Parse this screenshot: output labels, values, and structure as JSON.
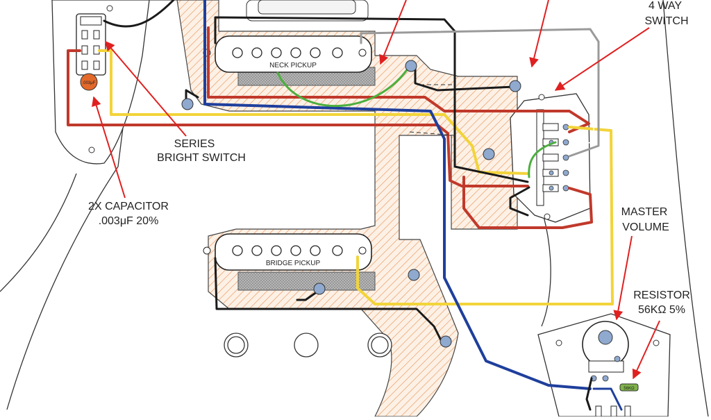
{
  "labels": {
    "neck_pickup": "NECK PICKUP",
    "bridge_pickup": "BRIDGE PICKUP",
    "switch_line1": "4 WAY",
    "switch_line2": "SWITCH",
    "series_line1": "SERIES",
    "series_line2": "BRIGHT SWITCH",
    "capacitor_line1": "2X CAPACITOR",
    "capacitor_line2": ".003μF 20%",
    "volume_line1": "MASTER",
    "volume_line2": "VOLUME",
    "resistor_line1": "RESISTOR",
    "resistor_line2": "56KΩ 5%",
    "capacitor_marking": ".003μF",
    "resistor_marking": "56KΩ"
  },
  "colors": {
    "wire_black": "#1a1a1a",
    "wire_red": "#c0392b",
    "wire_yellow": "#f2d43a",
    "wire_blue": "#1f3f9c",
    "wire_green": "#4caf3e",
    "wire_white": "#9a9a9a",
    "callout_arrow": "#e02020",
    "shielding_hatch": "#f4c7a0",
    "solder_point": "#8fa9cf"
  }
}
